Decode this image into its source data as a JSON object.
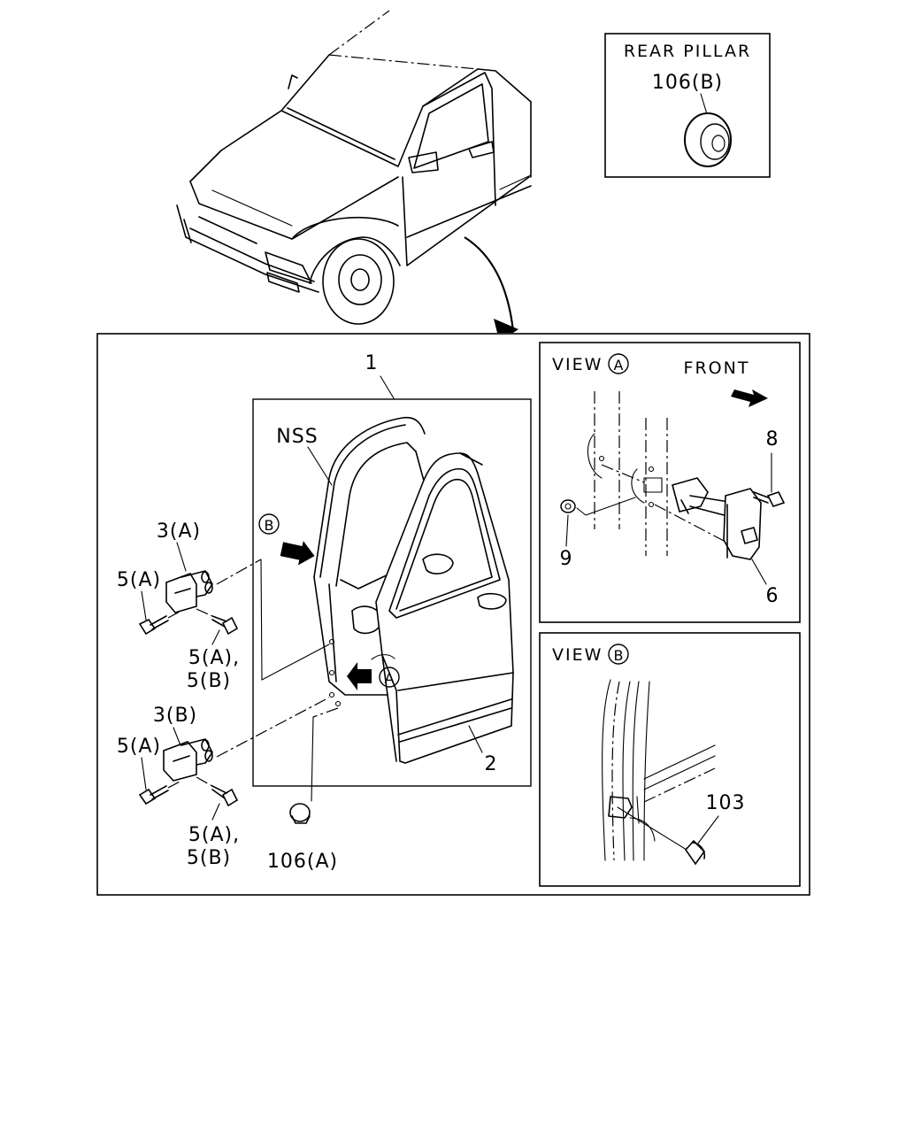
{
  "callouts": {
    "door_assembly": "1",
    "door_panel": "2",
    "hinge_upper": "3(A)",
    "hinge_lower": "3(B)",
    "bolt_a_upper": "5(A)",
    "bolt_ab_upper_1": "5(A),",
    "bolt_ab_upper_2": "5(B)",
    "bolt_a_lower": "5(A)",
    "bolt_ab_lower_1": "5(A),",
    "bolt_ab_lower_2": "5(B)",
    "checker": "6",
    "bolt_8": "8",
    "nut_9": "9",
    "plug_106a": "106(A)",
    "clip_103": "103",
    "nss": "NSS",
    "view_a_marker": "A",
    "view_b_marker": "B"
  },
  "rear_pillar": {
    "title": "REAR PILLAR",
    "part": "106(B)"
  },
  "view_a": {
    "title": "VIEW",
    "marker": "A",
    "front": "FRONT"
  },
  "view_b": {
    "title": "VIEW",
    "marker": "B"
  }
}
